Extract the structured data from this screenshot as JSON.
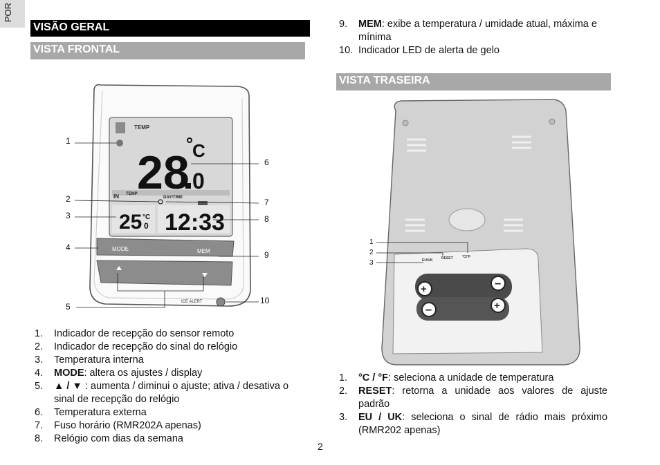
{
  "side_tab": "POR",
  "overview_heading": "VISÃO GERAL",
  "front_heading": "VISTA FRONTAL",
  "back_heading": "VISTA TRASEIRA",
  "front_callouts": [
    "1",
    "2",
    "3",
    "4",
    "5",
    "6",
    "7",
    "8",
    "9",
    "10"
  ],
  "back_callouts": [
    "1",
    "2",
    "3"
  ],
  "device_labels": {
    "temp": "TEMP",
    "in": "IN",
    "small_temp": "TEMP",
    "day_time": "DAY/TIME",
    "mode": "MODE",
    "mem": "MEM",
    "ice_alert": "ICE ALERT",
    "eu_uk": "EU/UK",
    "reset": "RESET",
    "c_f": "°C/°F"
  },
  "front_list": [
    {
      "num": "1.",
      "bold": "",
      "text": "Indicador de recepção do sensor remoto"
    },
    {
      "num": "2.",
      "bold": "",
      "text": "Indicador de recepção do sinal do relógio"
    },
    {
      "num": "3.",
      "bold": "",
      "text": "Temperatura interna"
    },
    {
      "num": "4.",
      "bold": "MODE",
      "text": ": altera os ajustes / display"
    },
    {
      "num": "5.",
      "bold": "▲ / ▼",
      "text": " :  aumenta / diminui o ajuste; ativa / desativa o sinal de recepção do relógio"
    },
    {
      "num": "6.",
      "bold": "",
      "text": "Temperatura externa"
    },
    {
      "num": "7.",
      "bold": "",
      "text": "Fuso horário (RMR202A apenas)"
    },
    {
      "num": "8.",
      "bold": "",
      "text": "Relógio com dias da semana"
    }
  ],
  "right_list": [
    {
      "num": "9.",
      "bold": "MEM",
      "text": ": exibe a temperatura / umidade atual, máxima e mínima"
    },
    {
      "num": "10.",
      "bold": "",
      "text": "Indicador LED de alerta de gelo"
    }
  ],
  "back_list": [
    {
      "num": "1.",
      "bold": "°C / °F",
      "text": ": seleciona a unidade de temperatura"
    },
    {
      "num": "2.",
      "bold": "RESET",
      "text": ": retorna a unidade aos valores de ajuste padrão"
    },
    {
      "num": "3.",
      "bold": "EU / UK",
      "text": ": seleciona o sinal de rádio mais próximo (RMR202 apenas)"
    }
  ],
  "page_number": "2"
}
